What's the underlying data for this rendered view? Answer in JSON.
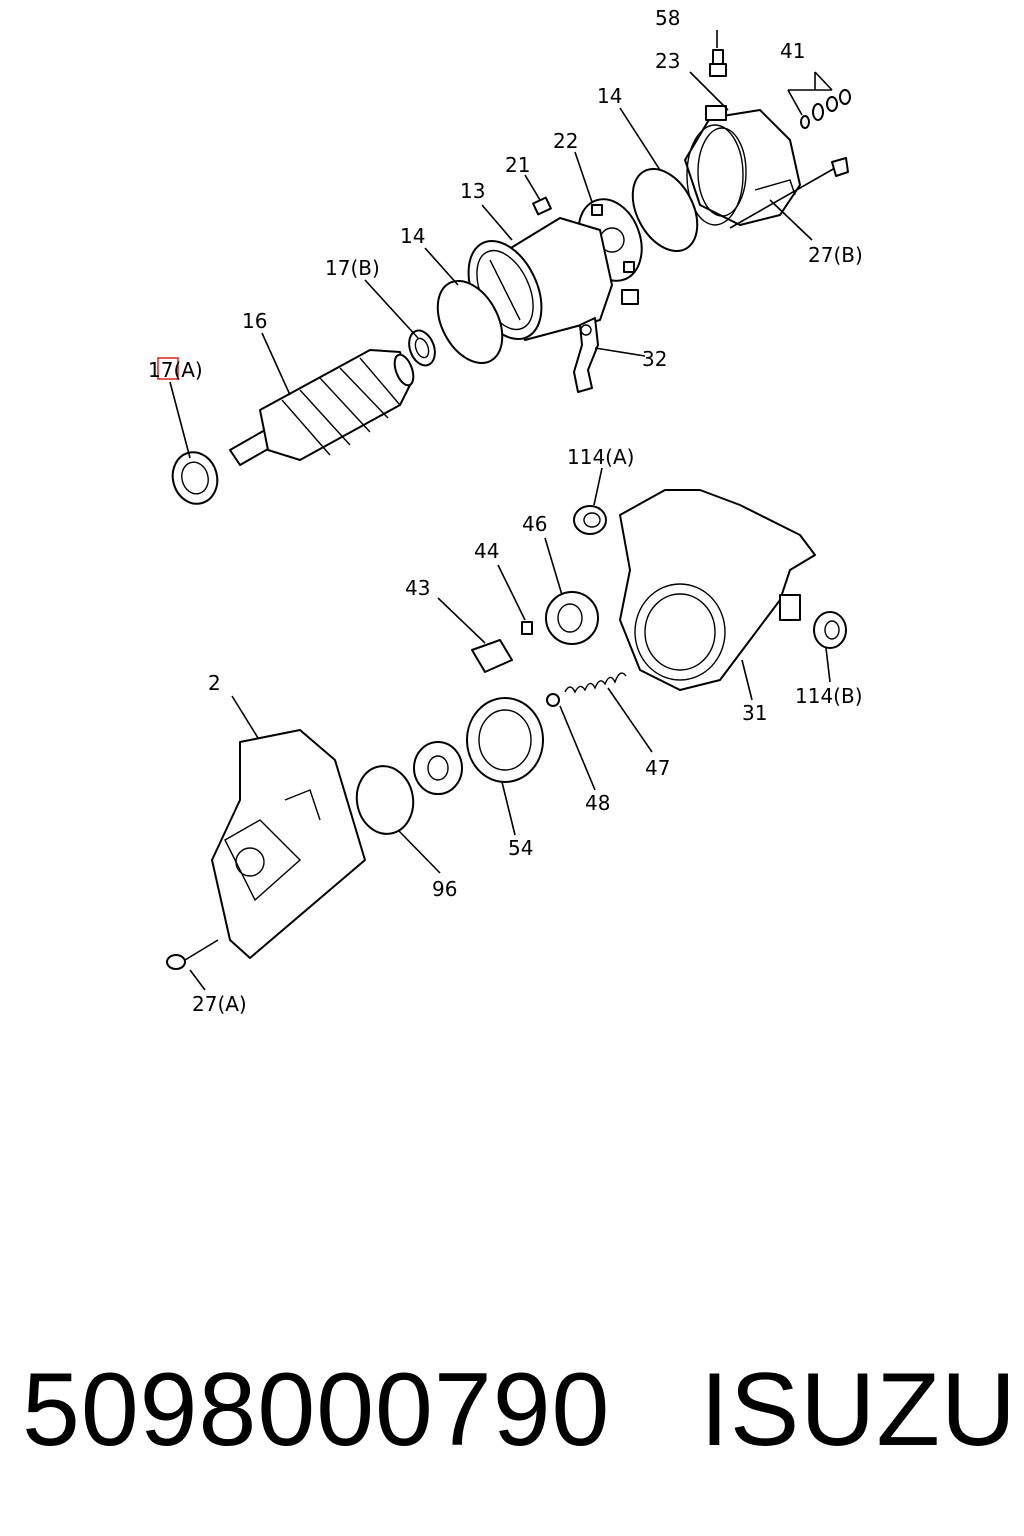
{
  "labels": {
    "l58": "58",
    "l23": "23",
    "l41": "41",
    "l14a": "14",
    "l22": "22",
    "l21": "21",
    "l13": "13",
    "l14b": "14",
    "l27b": "27(B)",
    "l17b": "17(B)",
    "l16": "16",
    "l17a": "17(A)",
    "l32": "32",
    "l114a": "114(A)",
    "l46": "46",
    "l44": "44",
    "l43": "43",
    "l2": "2",
    "l31": "31",
    "l114b": "114(B)",
    "l47": "47",
    "l48": "48",
    "l54": "54",
    "l96": "96",
    "l27a": "27(A)"
  },
  "footer": {
    "part_number": "5098000790",
    "brand": "ISUZU"
  },
  "highlight_color": "#e0302a"
}
